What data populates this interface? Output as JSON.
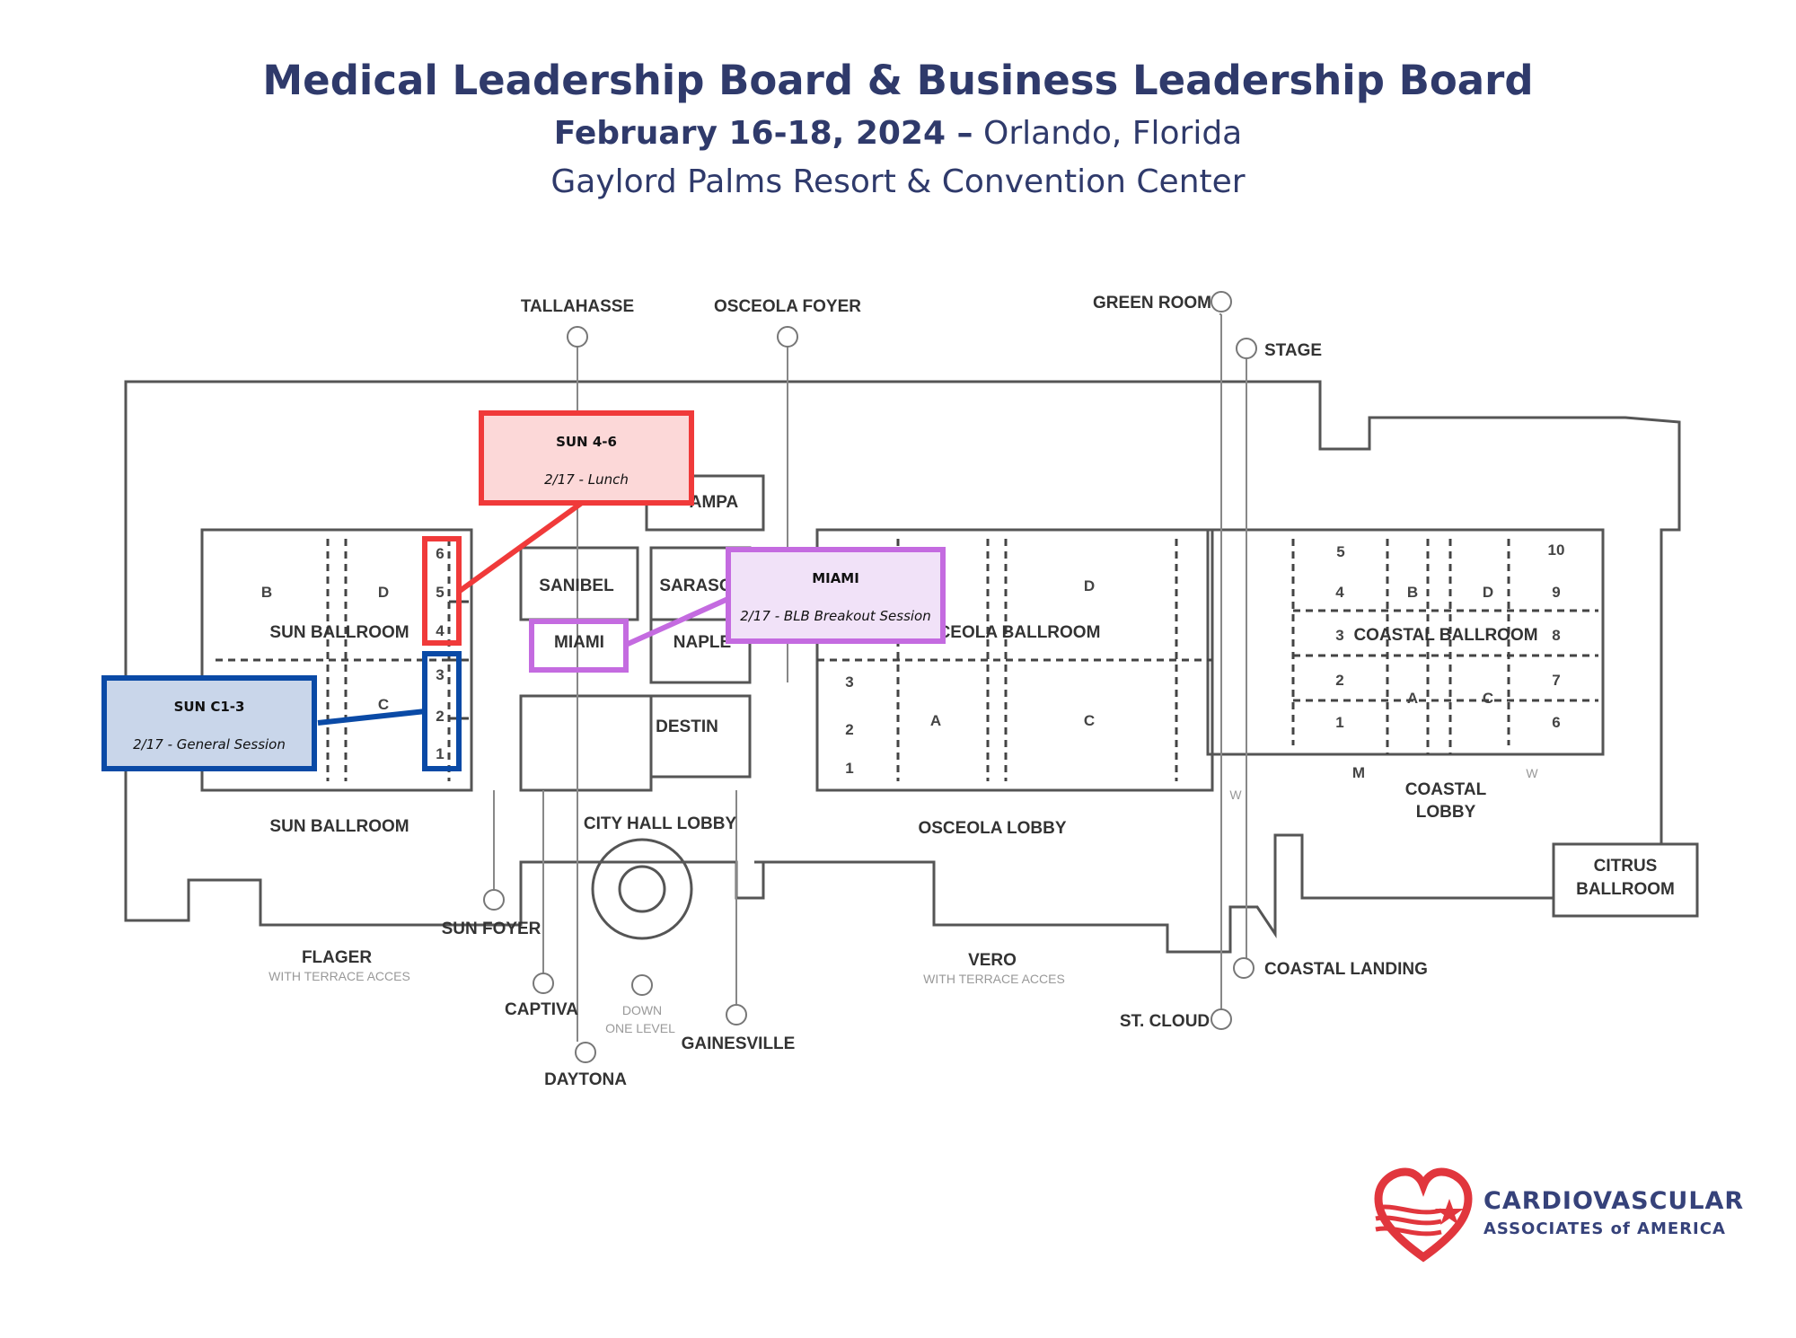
{
  "header": {
    "title": "Medical Leadership Board & Business Leadership Board",
    "dates": "February 16-18, 2024 –",
    "city": "Orlando, Florida",
    "venue": "Gaylord Palms Resort & Convention Center"
  },
  "callouts": {
    "sun46": {
      "title": "SUN 4-6",
      "session": "2/17 - Lunch",
      "color": "#f03a3a",
      "fill": "#fcd8d8"
    },
    "miami": {
      "title": "MIAMI",
      "session": "2/17 - BLB Breakout Session",
      "color": "#c46be0",
      "fill": "#f1e2f8"
    },
    "sunc13": {
      "title": "SUN C1-3",
      "session": "2/17 - General Session",
      "color": "#0a4aa6",
      "fill": "#c9d6ea"
    }
  },
  "map_labels": {
    "tallahasse": "TALLAHASSE",
    "osceola_foyer": "OSCEOLA FOYER",
    "green_room": "GREEN ROOM",
    "stage": "STAGE",
    "sun_ballroom": "SUN BALLROOM",
    "sun_ballroom_lower": "SUN BALLROOM",
    "sanibel": "SANIBEL",
    "sarasota": "SARASO",
    "tampa": "AMPA",
    "miami": "MIAMI",
    "naples": "NAPLE",
    "destin": "DESTIN",
    "osceola_ballroom": "CEOLA BALLROOM",
    "coastal_ballroom": "COASTAL BALLROOM",
    "city_hall_lobby": "CITY HALL LOBBY",
    "osceola_lobby": "OSCEOLA LOBBY",
    "coastal_lobby_1": "COASTAL",
    "coastal_lobby_2": "LOBBY",
    "citrus_1": "CITRUS",
    "citrus_2": "BALLROOM",
    "flager": "FLAGER",
    "flager_sub": "WITH TERRACE ACCES",
    "sun_foyer": "SUN FOYER",
    "captiva": "CAPTIVA",
    "down_1": "DOWN",
    "down_2": "ONE LEVEL",
    "gainesville": "GAINESVILLE",
    "daytona": "DAYTONA",
    "vero": "VERO",
    "vero_sub": "WITH TERRACE ACCES",
    "coastal_landing": "COASTAL LANDING",
    "st_cloud": "ST. CLOUD"
  },
  "room_letters": {
    "sun_b": "B",
    "sun_d": "D",
    "sun_c": "C",
    "sun_6": "6",
    "sun_5": "5",
    "sun_4": "4",
    "sun_3": "3",
    "sun_2": "2",
    "sun_1": "1",
    "osc_d": "D",
    "osc_a": "A",
    "osc_c": "C",
    "osc_3": "3",
    "osc_2": "2",
    "osc_1": "1",
    "co_5": "5",
    "co_4": "4",
    "co_b": "B",
    "co_d": "D",
    "co_10": "10",
    "co_9": "9",
    "co_3": "3",
    "co_8": "8",
    "co_2": "2",
    "co_a": "A",
    "co_c": "C",
    "co_7": "7",
    "co_1": "1",
    "co_6": "6",
    "m": "M",
    "w1": "W",
    "w2": "W"
  },
  "logo": {
    "line1": "CARDIOVASCULAR",
    "line2": "ASSOCIATES of AMERICA",
    "heart_color": "#e1363d",
    "text_color": "#36427a"
  }
}
